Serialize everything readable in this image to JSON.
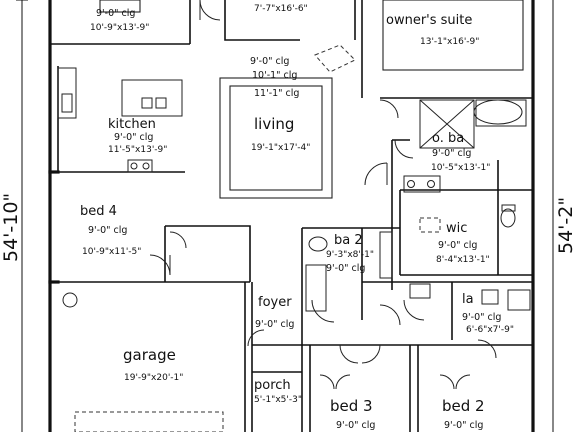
{
  "rooms": {
    "top_left": {
      "ceiling": "9'-0\" clg",
      "size": "10'-9\"x13'-9\""
    },
    "top_middle": {
      "size": "7'-7\"x16'-6\""
    },
    "owners_suite": {
      "name": "owner's suite",
      "size": "13'-1\"x16'-9\""
    },
    "living": {
      "name": "living",
      "ceiling_1": "9'-0\" clg",
      "ceiling_2": "10'-1\" clg",
      "ceiling_3": "11'-1\" clg",
      "size": "19'-1\"x17'-4\""
    },
    "kitchen": {
      "name": "kitchen",
      "ceiling": "9'-0\" clg",
      "size": "11'-5\"x13'-9\""
    },
    "bed4": {
      "name": "bed 4",
      "ceiling": "9'-0\" clg",
      "size": "10'-9\"x11'-5\""
    },
    "o_ba": {
      "name": "o. ba",
      "ceiling": "9'-0\" clg",
      "size": "10'-5\"x13'-1\""
    },
    "wic": {
      "name": "wic",
      "ceiling": "9'-0\" clg",
      "size": "8'-4\"x13'-1\""
    },
    "ba2": {
      "name": "ba 2",
      "size": "9'-3\"x8'-1\"",
      "ceiling": "9'-0\" clg"
    },
    "foyer": {
      "name": "foyer",
      "ceiling": "9'-0\" clg"
    },
    "la": {
      "name": "la",
      "ceiling": "9'-0\" clg",
      "size": "6'-6\"x7'-9\""
    },
    "garage": {
      "name": "garage",
      "size": "19'-9\"x20'-1\""
    },
    "porch": {
      "name": "porch",
      "size": "5'-1\"x5'-3\""
    },
    "bed3": {
      "name": "bed 3",
      "ceiling": "9'-0\" clg"
    },
    "bed2": {
      "name": "bed 2",
      "ceiling": "9'-0\" clg"
    }
  },
  "dimensions": {
    "left": "54'-10\"",
    "right": "54'-2\""
  }
}
